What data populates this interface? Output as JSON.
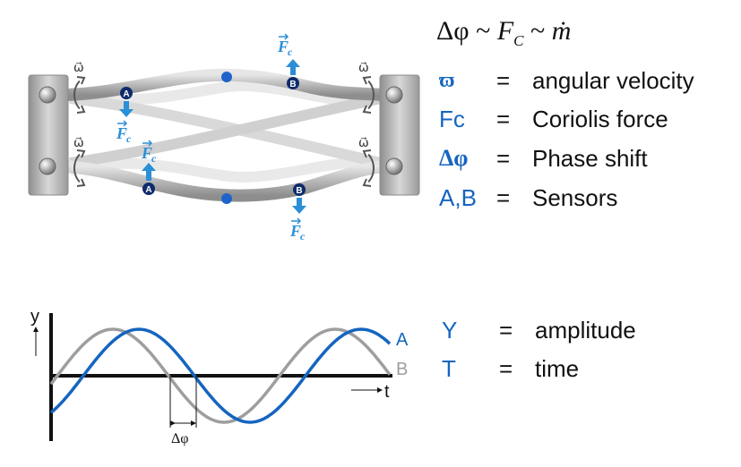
{
  "formula": {
    "delta_phi": "Δφ",
    "sim1": "~",
    "force": "F",
    "force_sub": "C",
    "sim2": "~",
    "mdot": "ṁ"
  },
  "legend_top": [
    {
      "symbol": "ϖ",
      "eq": "=",
      "desc": "angular velocity"
    },
    {
      "symbol": "Fc",
      "eq": "=",
      "desc": "Coriolis force"
    },
    {
      "symbol": "Δφ",
      "eq": "=",
      "desc": "Phase shift"
    },
    {
      "symbol": "A,B",
      "eq": "=",
      "desc": "Sensors"
    }
  ],
  "legend_bottom": [
    {
      "symbol": "Y",
      "eq": "=",
      "desc": "amplitude"
    },
    {
      "symbol": "T",
      "eq": "=",
      "desc": "time"
    }
  ],
  "device": {
    "omega_label": "ω⃗",
    "force_label": "F",
    "force_sub": "c",
    "sensor_a": "A",
    "sensor_b": "B"
  },
  "wave_plot": {
    "y_axis_label": "y",
    "x_axis_label": "t",
    "series": [
      {
        "name": "A",
        "color": "#1565c0"
      },
      {
        "name": "B",
        "color": "#9e9e9e"
      }
    ],
    "phase_label": "Δφ"
  },
  "colors": {
    "accent": "#1565c0",
    "arrow": "#2a8fd6",
    "tube": "#bdbdbd",
    "flange": "#a8a8a8"
  }
}
